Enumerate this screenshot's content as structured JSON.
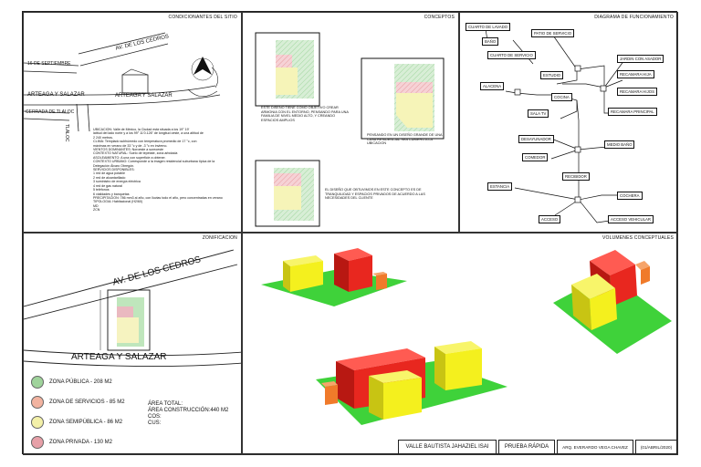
{
  "panels": {
    "site_conditions": {
      "title": "CONDICIONANTES DEL SITIO",
      "streets": [
        "AV. DE LOS CEDROS",
        "16 DE SEPTIEMBRE",
        "ARTEAGA Y SALAZAR",
        "ARTEAGA Y SALAZAR",
        "CERRADA DE TLALOC",
        "TLALOC"
      ],
      "notes": [
        "UBICACION: Valle de México, la Ciudad está situada a los 19° 19'",
        "latitud del lado norte y a los 99° 11'0.126\" de longitud oeste, a una altitud de",
        "2 240 metros.",
        "CLIMA: Templado subhúmedo con temperatura promedio de 17 °c, con",
        "máximas en verano de 33 °c y de -3 °c en invierno.",
        "VIENTOS DOMINANTES: Noroeste a sureoeste",
        "CONTEXTO NATURAL: Suelo de tepetate, zona arbolada",
        "ASOLEAMIENTO: A una con superficie a obtener.",
        "CONTEXTO URBANO: Corresponde a la imagen residencial suburbana típica de la",
        "Delegación Álvaro Obregón.",
        "SERVICIOS DISPONIBLES:",
        "1 red de agua potable",
        "2 red de alcantarillado",
        "3 suministro de energía eléctrica",
        "4 red de gas natural",
        "5 teléfonos",
        "6 vialidades y banquetas",
        "PRECIPITACION: 786 mm3 al año, con lluvias todo el año, pero concentradas en verano",
        "TIPOLOGIA: Habitacional (H2/60)",
        "MD",
        "ZCN"
      ]
    },
    "concepts": {
      "title": "CONCEPTOS",
      "text1": "ESTE DISEÑO TIENE COMO OBJETIVO CREAR ARMONIA CON EL ENTORNO, PENSANDO PARA UNA FAMILIA DE NIVEL MEDIO ALTO, Y CREANDO ESPACIOS AMPLIOS",
      "text2": "PENSANDO EN UN DISEÑO GRANDE DE UNA CASA RESIDENCIAL SEA CUBIERO A LA UBICACION",
      "text3": "EL DISEÑO QUE OBTUVIMOS EN ESTE CONCEPTO ES DE TRANQUILIDAD Y ESPACIOS PRIVADOS DE ACUERDO A LAS NECESIDADES DEL CLIENTE"
    },
    "function_diagram": {
      "title": "DIAGRAMA DE FUNCIONAMIENTO",
      "nodes": [
        "CUARTO DE LAVADO",
        "PATIO DE SERVICIO",
        "BAÑO",
        "CUARTO DE SERVICIO",
        "JARDIN CON ASADOR",
        "ESTUDIO",
        "RECAMARA HIJA",
        "ALACENA",
        "RECAMARA HIJOS",
        "COCINA",
        "SALA TV",
        "RECAMARA PRINCIPAL",
        "DESAYUNADOR",
        "MEDIO BAÑO",
        "COMEDOR",
        "RECIBIDOR",
        "ESTANCIA",
        "COCHERA",
        "ACCESO",
        "ACCESO VEHICULAR"
      ]
    },
    "zoning": {
      "title": "ZONIFICACION",
      "street_top": "AV. DE LOS CEDROS",
      "street_bottom": "ARTEAGA Y SALAZAR",
      "legend": [
        {
          "label": "ZONA PÚBLICA - 208 M2",
          "color": "#9fd39b"
        },
        {
          "label": "ZONA DE SERVICIOS - 85 M2",
          "color": "#f2b3a0"
        },
        {
          "label": "ZONA SEMIPÚBLICA - 86 M2",
          "color": "#f3f0a8"
        },
        {
          "label": "ZONA PRIVADA - 130 M2",
          "color": "#e7a0a8"
        }
      ],
      "area_lines": [
        "ÁREA TOTAL:",
        "ÁREA CONSTRUCCIÓN:440 M2",
        "COS:",
        "CUS:"
      ]
    },
    "volumes": {
      "title": "VOLUMENES CONCEPTUALES"
    }
  },
  "title_block": {
    "student": "VALLE BAUTISTA JAHAZIEL ISAI",
    "exercise": "PRUEBA RÁPIDA",
    "teacher": "ARQ. EVERARDO VEGA CHAVEZ",
    "date": "(01/ABRIL/2020)"
  },
  "colors": {
    "green": "#3fd23a",
    "yellow": "#f4f01e",
    "red": "#e8271f",
    "orange": "#f07a2a"
  }
}
